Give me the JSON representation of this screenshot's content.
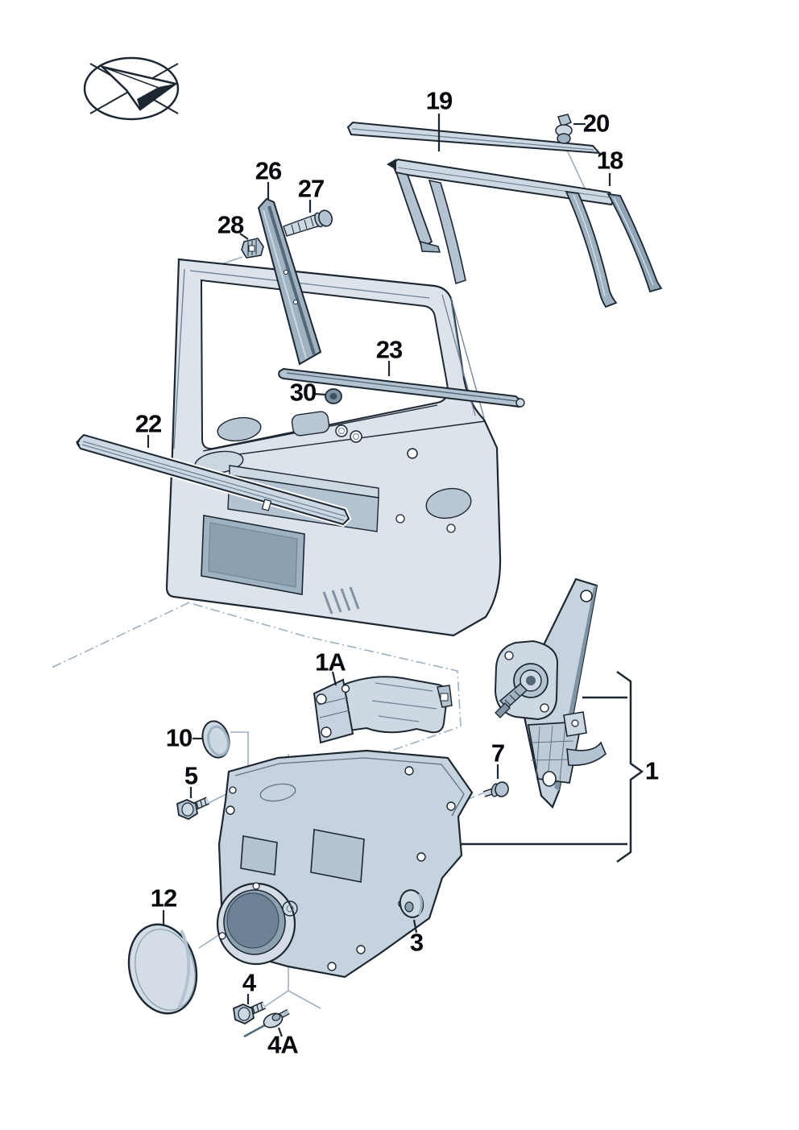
{
  "page": {
    "background": "#ffffff",
    "kind": "exploded-parts-diagram"
  },
  "logo": {
    "icon": "paper-plane-oval-logo"
  },
  "colors": {
    "outline": "#1c2732",
    "fill_light": "#dce3ea",
    "fill_mid": "#c6d2dd",
    "fill_dark": "#9fb2c2",
    "leader_blue": "#9db1c2",
    "label": "#05080c"
  },
  "callouts": [
    {
      "id": "19",
      "label": "19"
    },
    {
      "id": "20",
      "label": "20"
    },
    {
      "id": "18",
      "label": "18"
    },
    {
      "id": "26",
      "label": "26"
    },
    {
      "id": "27",
      "label": "27"
    },
    {
      "id": "28",
      "label": "28"
    },
    {
      "id": "23",
      "label": "23"
    },
    {
      "id": "30",
      "label": "30"
    },
    {
      "id": "22",
      "label": "22"
    },
    {
      "id": "1A",
      "label": "1A"
    },
    {
      "id": "10",
      "label": "10"
    },
    {
      "id": "5",
      "label": "5"
    },
    {
      "id": "7",
      "label": "7"
    },
    {
      "id": "1",
      "label": "1"
    },
    {
      "id": "12",
      "label": "12"
    },
    {
      "id": "3",
      "label": "3"
    },
    {
      "id": "4",
      "label": "4"
    },
    {
      "id": "4A",
      "label": "4A"
    }
  ]
}
